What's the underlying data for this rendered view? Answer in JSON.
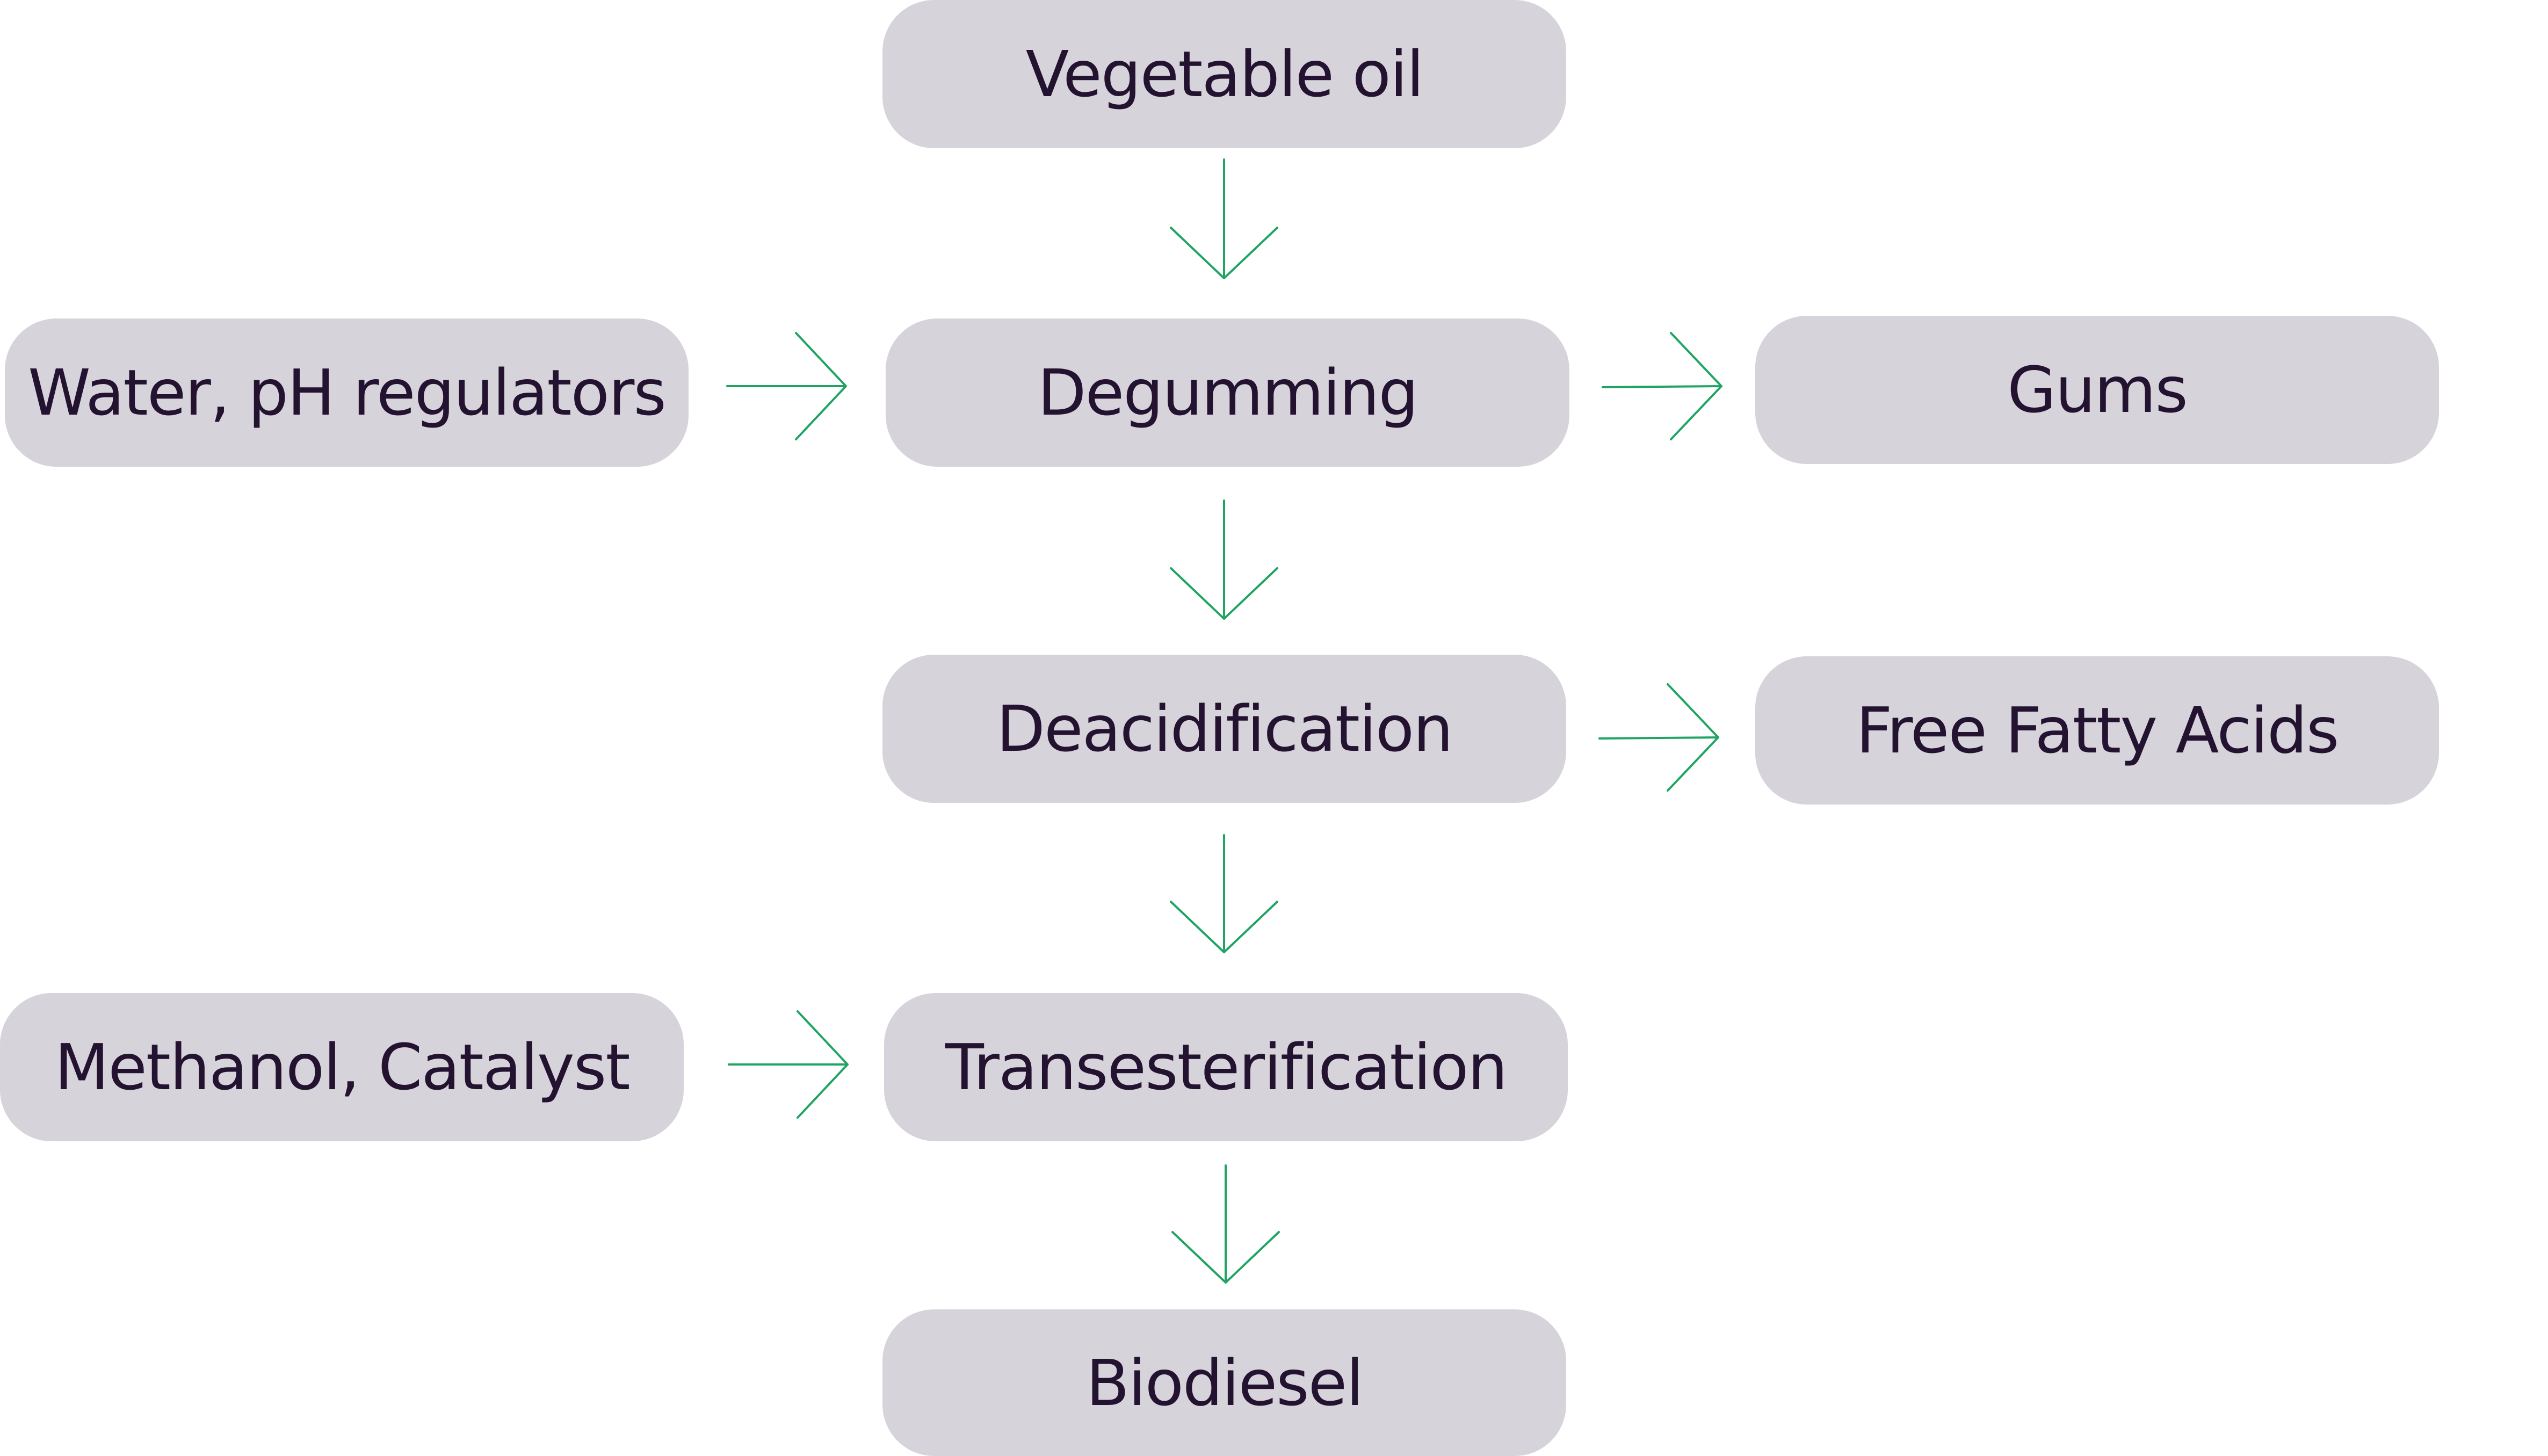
{
  "colors": {
    "node_fill": "#d6d3da",
    "node_text": "#231330",
    "arrow": "#1fa463"
  },
  "nodes": {
    "vegetable_oil": "Vegetable oil",
    "degumming": "Degumming",
    "water_ph": "Water, pH regulators",
    "gums": "Gums",
    "deacidification": "Deacidification",
    "free_fatty_acids": "Free Fatty Acids",
    "methanol_catalyst": "Methanol, Catalyst",
    "transesterification": "Transesterification",
    "biodiesel": "Biodiesel"
  },
  "edges": [
    {
      "from": "vegetable_oil",
      "to": "degumming"
    },
    {
      "from": "water_ph",
      "to": "degumming"
    },
    {
      "from": "degumming",
      "to": "gums"
    },
    {
      "from": "degumming",
      "to": "deacidification"
    },
    {
      "from": "deacidification",
      "to": "free_fatty_acids"
    },
    {
      "from": "deacidification",
      "to": "transesterification"
    },
    {
      "from": "methanol_catalyst",
      "to": "transesterification"
    },
    {
      "from": "transesterification",
      "to": "biodiesel"
    }
  ]
}
